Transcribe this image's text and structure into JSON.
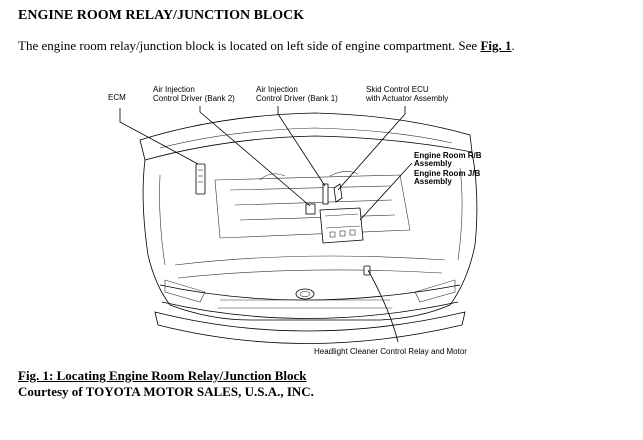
{
  "document": {
    "title": "ENGINE ROOM RELAY/JUNCTION BLOCK",
    "intro_text": "The engine room relay/junction block is located on left side of engine compartment. See ",
    "intro_link": "Fig. 1",
    "intro_end": "."
  },
  "figure": {
    "callouts": {
      "ecm": "ECM",
      "air_bank2_line1": "Air Injection",
      "air_bank2_line2": "Control Driver (Bank 2)",
      "air_bank1_line1": "Air Injection",
      "air_bank1_line2": "Control Driver (Bank 1)",
      "skid_line1": "Skid Control ECU",
      "skid_line2": "with Actuator Assembly",
      "rb_line1": "Engine Room R/B",
      "rb_line2": "Assembly",
      "jb_line1": "Engine Room J/B",
      "jb_line2": "Assembly",
      "headlight": "Headlight Cleaner Control Relay and Motor"
    },
    "caption": "Fig. 1: Locating Engine Room Relay/Junction Block",
    "credit": "Courtesy of TOYOTA MOTOR SALES, U.S.A., INC."
  }
}
